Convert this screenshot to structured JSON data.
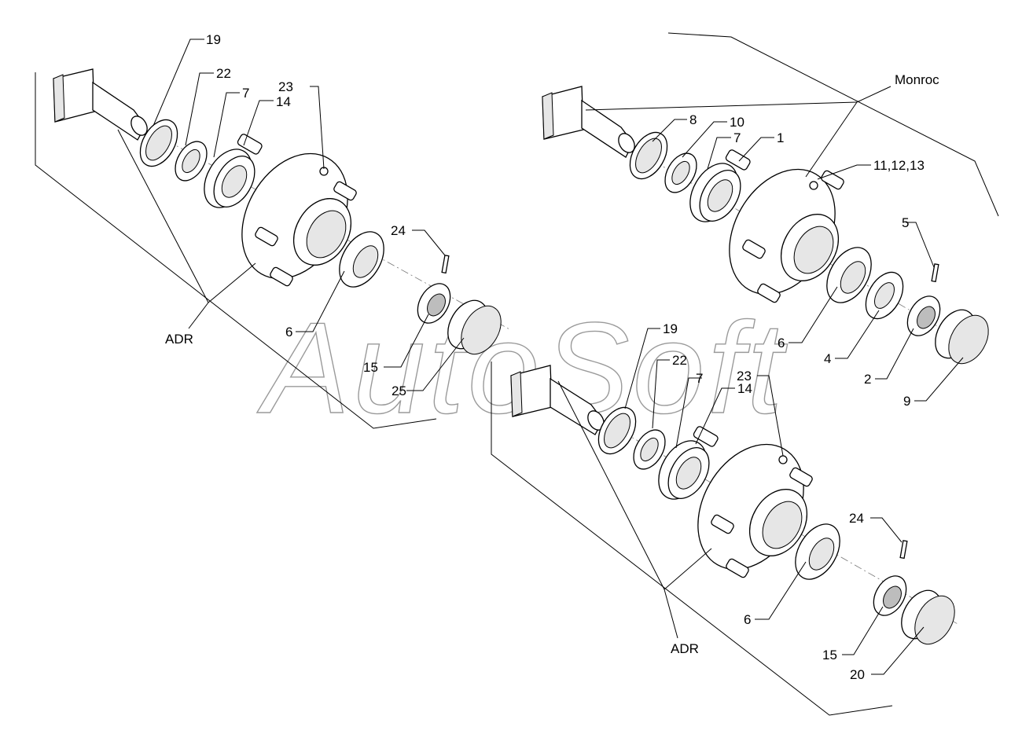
{
  "watermark": "AutoSoft",
  "groups": {
    "adr_left": "ADR",
    "adr_bottom": "ADR",
    "monroc": "Monroc"
  },
  "callouts": {
    "tl_19": "19",
    "tl_22": "22",
    "tl_7": "7",
    "tl_14": "14",
    "tl_23": "23",
    "tl_24": "24",
    "tl_6": "6",
    "tl_15": "15",
    "tl_25": "25",
    "tr_8": "8",
    "tr_10": "10",
    "tr_7": "7",
    "tr_1": "1",
    "tr_11": "11,12,13",
    "tr_5": "5",
    "tr_6": "6",
    "tr_4": "4",
    "tr_2": "2",
    "tr_9": "9",
    "b_19": "19",
    "b_22": "22",
    "b_7": "7",
    "b_14": "14",
    "b_23": "23",
    "b_24": "24",
    "b_6": "6",
    "b_15": "15",
    "b_20": "20"
  }
}
